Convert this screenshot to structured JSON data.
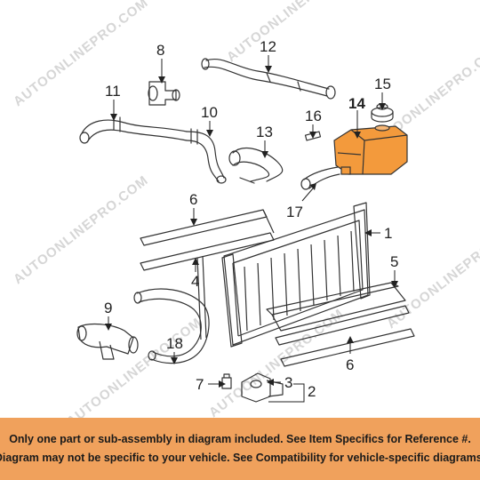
{
  "callouts": {
    "c1": "1",
    "c2": "2",
    "c3": "3",
    "c4": "4",
    "c5": "5",
    "c6a": "6",
    "c6b": "6",
    "c7": "7",
    "c8": "8",
    "c9": "9",
    "c10": "10",
    "c11": "11",
    "c12": "12",
    "c13": "13",
    "c14": "14",
    "c15": "15",
    "c16": "16",
    "c17": "17",
    "c18": "18"
  },
  "watermark": "AUTOONLINEPRO.COM",
  "footer": {
    "line1": "Only one part or sub-assembly in diagram included. See Item Specifics for Reference #.",
    "line2": "Diagram may not be specific to your vehicle. See Compatibility for vehicle-specific diagrams."
  },
  "colors": {
    "highlight_part": "#f39a3c",
    "footer_bg": "#f0a15c",
    "line_art": "#333333"
  }
}
